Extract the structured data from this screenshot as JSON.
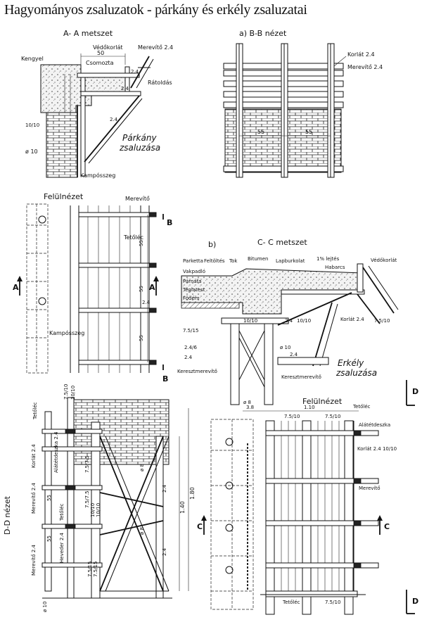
{
  "title": "Hagyományos zsaluzatok - párkány és erkély zsaluzatai",
  "aa": {
    "title": "A- A metszet",
    "labels": {
      "vedokorlat": "Védőkorlát",
      "merevito": "Merevítő 2.4",
      "dim50": "50",
      "kengyel": "Kengyel",
      "csomoztas": "Csomozta",
      "dim24a": "2.4",
      "dim24b": "2.4",
      "ratoldas": "Rátoldás",
      "dim24c": "2.4",
      "dim1010": "10/10",
      "parkany1": "Párkány",
      "parkany2": "zsaluzása",
      "phi10": "ø 10",
      "kampossz": "Kampósszeg"
    }
  },
  "bb": {
    "title": "a) B-B nézet",
    "labels": {
      "korlat": "Korlát 2.4",
      "merevito": "Merevítő 2.4",
      "dim1": "55",
      "dim2": "55"
    }
  },
  "top1": {
    "title": "Felülnézet",
    "labels": {
      "merevito": "Merevítő",
      "tetolec": "Tetőléc",
      "dim1": "55",
      "dim2": "55",
      "dim3": "55",
      "dim24": "2.4",
      "kampossz": "Kampósszeg",
      "cutA1": "A",
      "cutA2": "A",
      "cutB1": "B",
      "cutB2": "B"
    }
  },
  "cc": {
    "tag": "b)",
    "title": "C- C metszet",
    "labels": {
      "parketta": "Parketta",
      "feltoltes": "Feltöltés",
      "tok": "Tok",
      "bitumen": "Bitumen",
      "lapburkolat": "Lapburkolat",
      "lejtes": "1% lejtés",
      "habarcs": "Habarcs",
      "vedokorlat": "Védőkorlát",
      "vakpadlo": "Vakpadló",
      "parnafa": "Párnafa",
      "teglatest": "Téglatest",
      "fodem": "Födém",
      "dim1010a": "10/10",
      "dim24a": "2.4",
      "dim1010b": "10/10",
      "korlat": "Korlát 2.4",
      "dim7510": "7.5/10",
      "dim7515": "7.5/15",
      "dim246": "2.4/6",
      "dim24b": "2.4",
      "phi10": "ø 10",
      "dim24c": "2.4",
      "keresztmerevito1": "Keresztmerevítő",
      "keresztmerevito2": "Keresztmerevítő",
      "phi8": "ø 8",
      "erkely1": "Erkély",
      "erkely2": "zsaluzása",
      "cutD": "D"
    }
  },
  "dd": {
    "title": "D-D nézet",
    "labels": {
      "tetolec": "Tetőléc",
      "dim7510a": "7.5/10",
      "dim1010a": "10/10",
      "korlat": "Korlát 2.4",
      "alatetdeszka": "Alátétdeszka 2.4",
      "dim7575a": "7.5/7.5",
      "merevito": "Merevítő 2.4",
      "dim55a": "55",
      "tetolec2": "Tetőléc",
      "dim7575b": "7.5/7.5",
      "dim1010b": "10/10",
      "dim1010c": "10/10",
      "dim55b": "55",
      "hevederk": "Heveder 2.4",
      "merevito2": "Merevítő 2.4",
      "dim7515a": "7.5/15",
      "dim7515b": "7.5/15",
      "phi8a": "ø 8",
      "phi8b": "ø 8",
      "dim24a": "2.4",
      "dim24b": "2.4",
      "dim140": "1.40",
      "dim180": "1.80",
      "phi10": "ø 10"
    }
  },
  "top2": {
    "title": "Felülnézet",
    "labels": {
      "dim38": "3.8",
      "dim110": "1.10",
      "dim7510a": "7.5/10",
      "dim7510b": "7.5/10",
      "tetolec": "Tetőléc",
      "alatetdeszka": "Alátétdeszka",
      "korlat": "Korlát 2.4  10/10",
      "merevito": "Merevítő",
      "cutC1": "C",
      "cutC2": "C",
      "tetolec2": "Tetőléc",
      "dim7510c": "7.5/10",
      "cutD": "D"
    }
  }
}
